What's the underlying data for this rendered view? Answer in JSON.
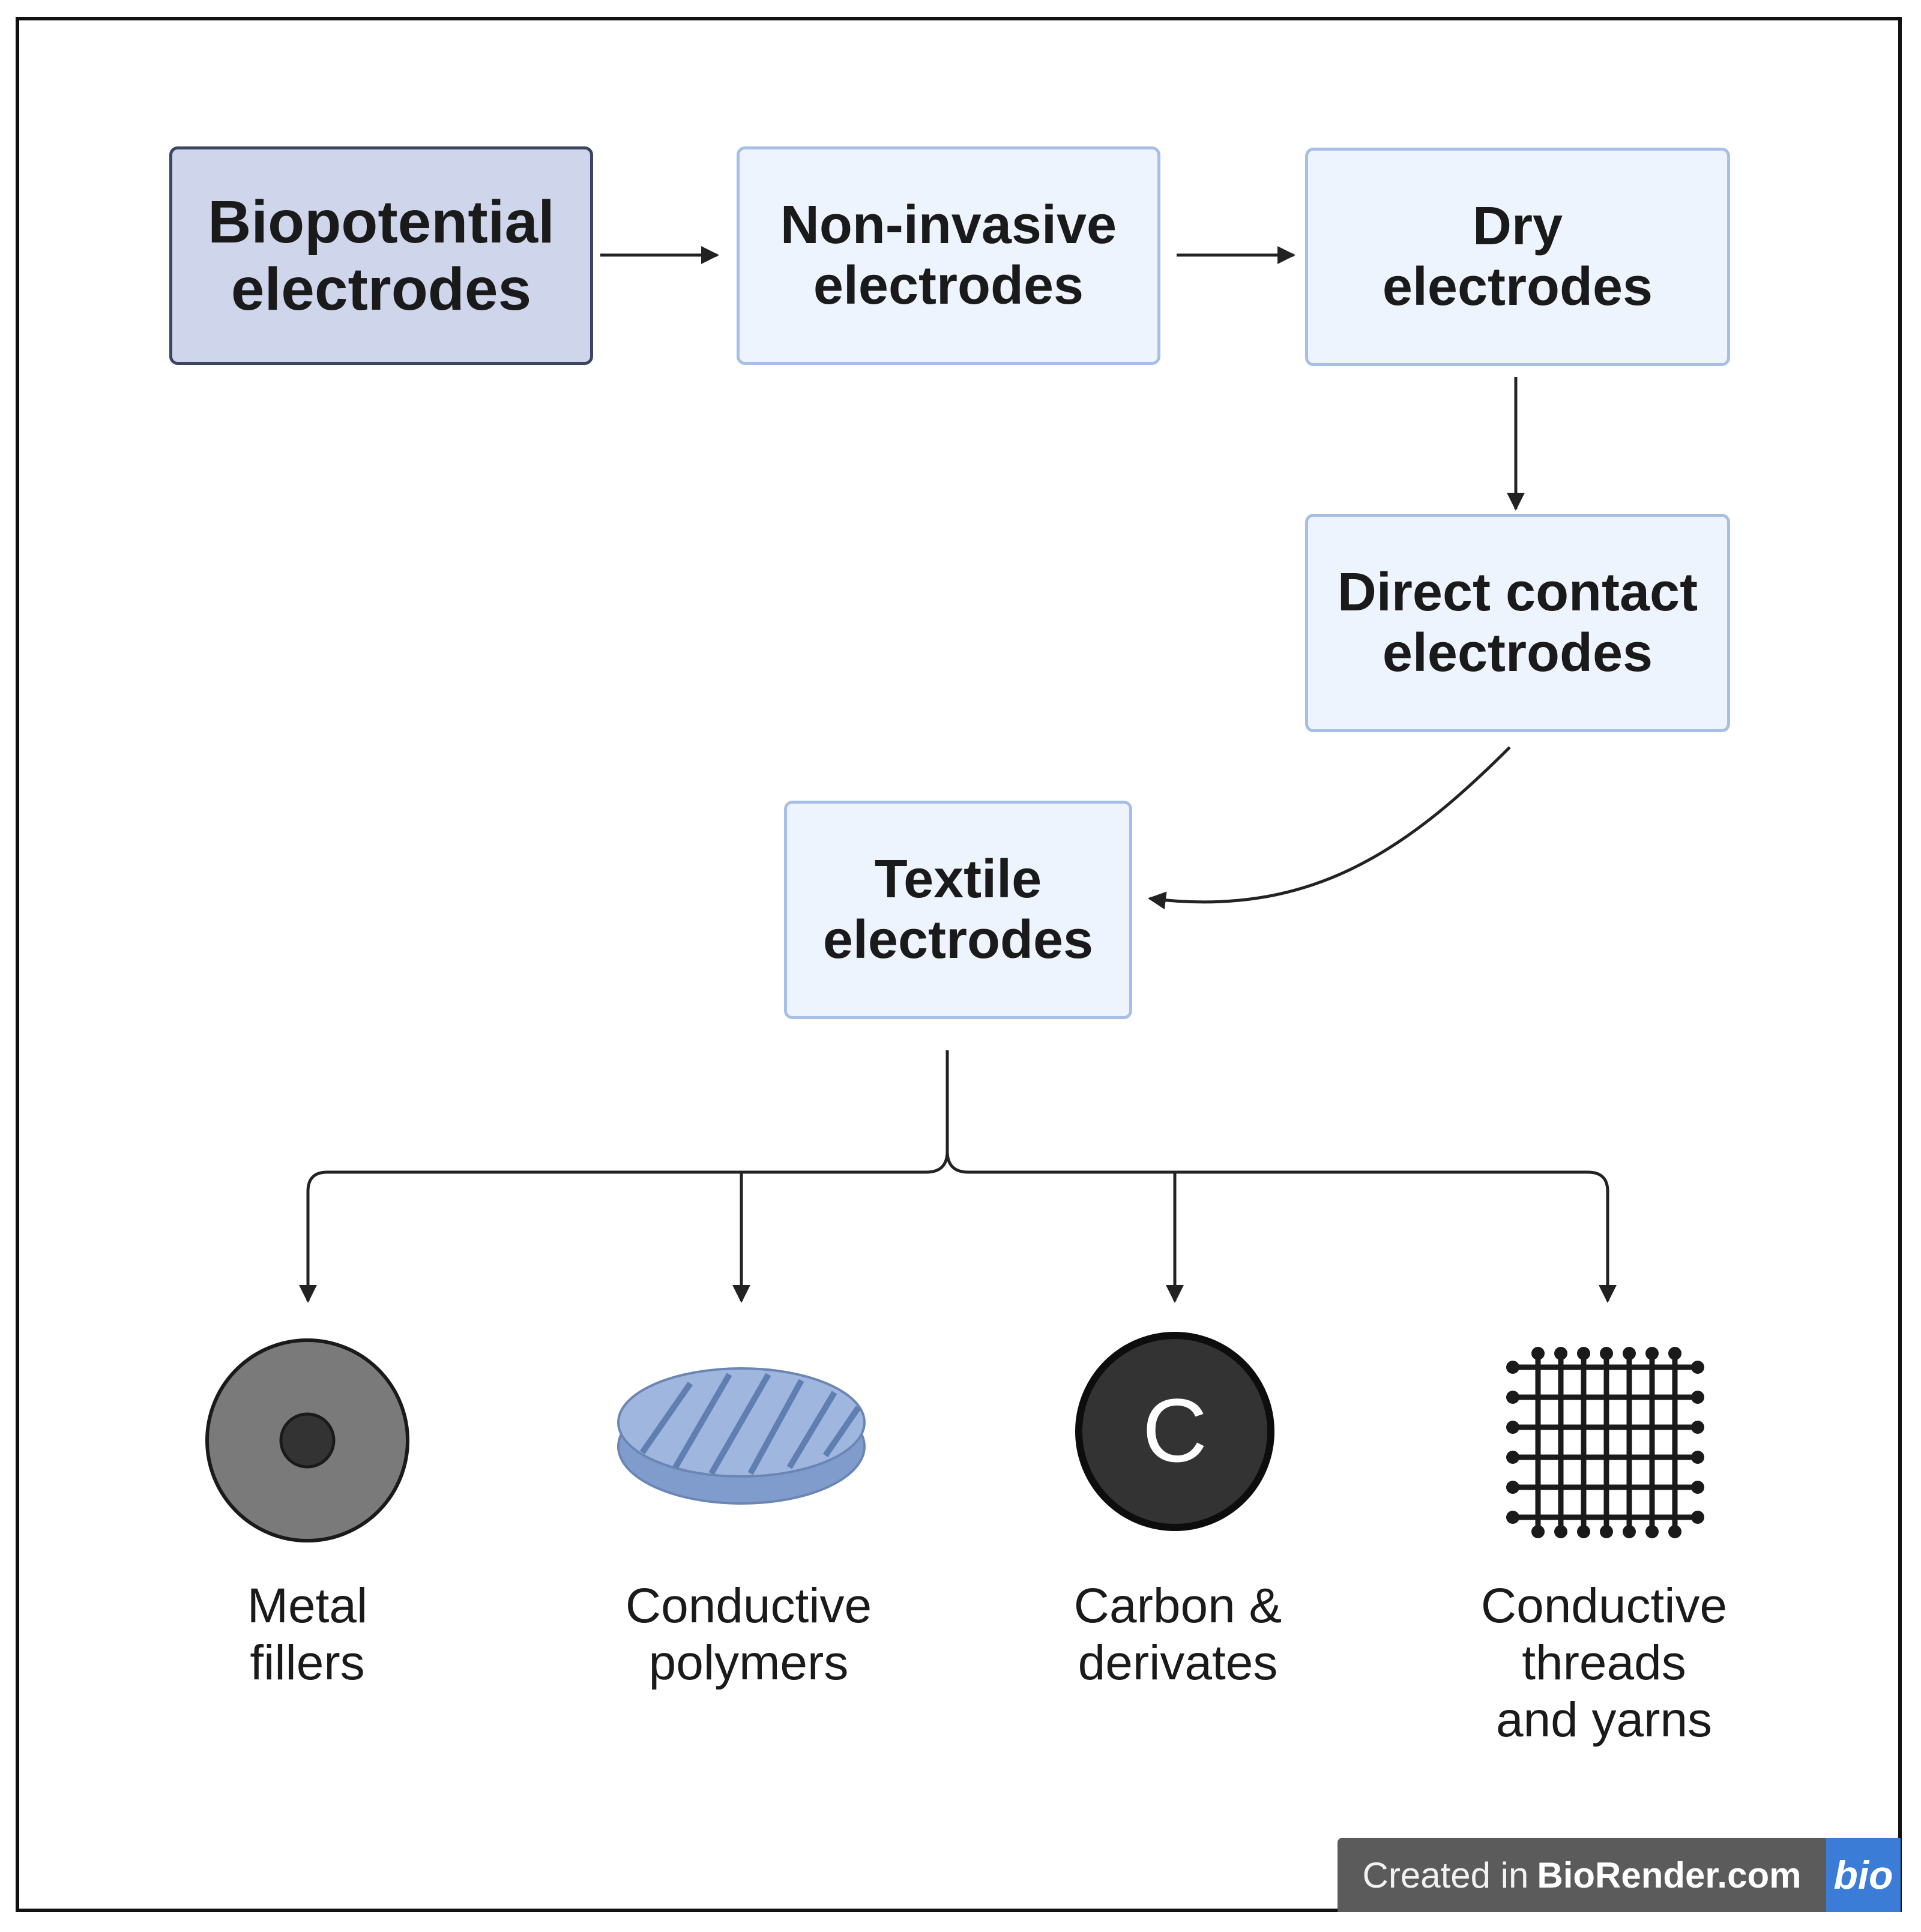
{
  "colors": {
    "root_fill": "#cfd5ea",
    "root_border": "#3c4562",
    "box_fill": "#eef4fd",
    "box_border": "#a7bfe6",
    "arrow": "#222222",
    "polymer_blue": "#8ea9d6",
    "carbon_dark": "#333333",
    "badge_grey": "#5b5b5b",
    "badge_blue": "#3a7cd6"
  },
  "nodes": {
    "biopotential": {
      "line1": "Biopotential",
      "line2": "electrodes"
    },
    "non_invasive": {
      "line1": "Non-invasive",
      "line2": "electrodes"
    },
    "dry": {
      "line1": "Dry",
      "line2": "electrodes"
    },
    "direct_contact": {
      "line1": "Direct contact",
      "line2": "electrodes"
    },
    "textile": {
      "line1": "Textile",
      "line2": "electrodes"
    }
  },
  "categories": [
    {
      "icon": "metal-filler-icon",
      "lines": [
        "Metal",
        "fillers"
      ]
    },
    {
      "icon": "conductive-polymer-icon",
      "lines": [
        "Conductive",
        "polymers"
      ]
    },
    {
      "icon": "carbon-icon",
      "glyph": "C",
      "lines": [
        "Carbon &",
        "derivates"
      ]
    },
    {
      "icon": "thread-grid-icon",
      "lines": [
        "Conductive",
        "threads",
        "and yarns"
      ]
    }
  ],
  "badge": {
    "prefix": "Created in",
    "brand": "BioRender.com",
    "logo": "bio"
  }
}
